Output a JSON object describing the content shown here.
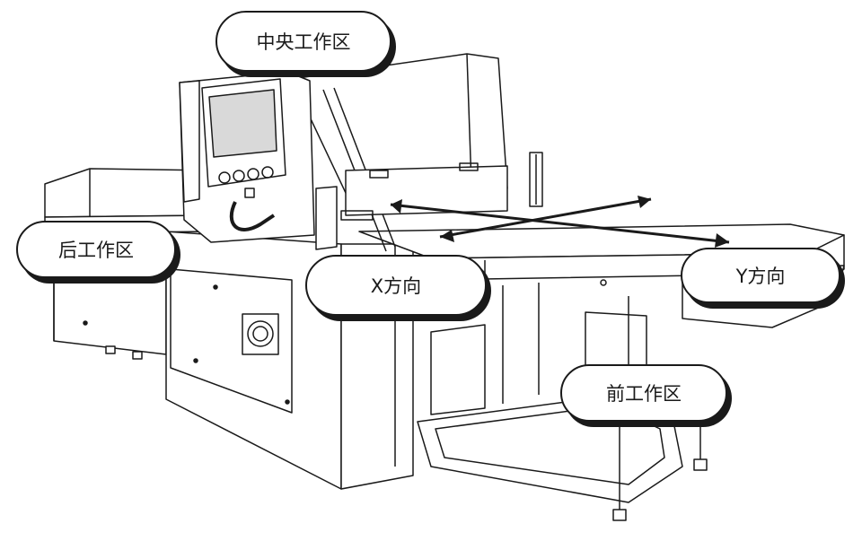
{
  "labels": {
    "central_zone": "中央工作区",
    "rear_zone": "后工作区",
    "x_direction": "X方向",
    "y_direction": "Y方向",
    "front_zone": "前工作区"
  },
  "colors": {
    "line": "#1a1a1a",
    "background": "#ffffff",
    "screen": "#d9d9d9"
  }
}
